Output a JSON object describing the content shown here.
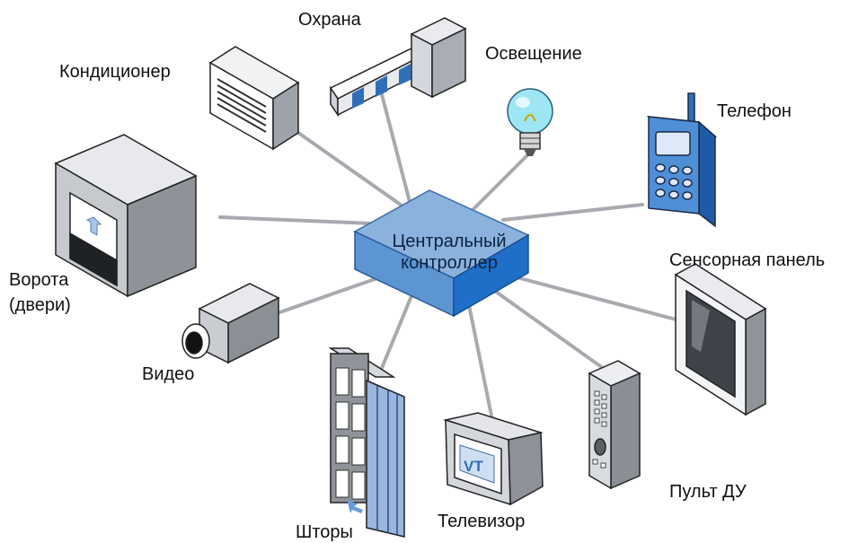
{
  "colors": {
    "connector": "#a8aab0",
    "controller_top": "#8ab2dd",
    "controller_side": "#1f6fc9",
    "accent_blue": "#2f6fb8",
    "light_blue": "#aac6e8"
  },
  "controller": {
    "line1": "Центральный",
    "line2": "контроллер"
  },
  "devices": {
    "security": "Охрана",
    "lighting": "Освещение",
    "air_conditioner": "Кондиционер",
    "phone": "Телефон",
    "gate_line1": "Ворота",
    "gate_line2": "(двери)",
    "touch_panel": "Сенсорная панель",
    "video": "Видео",
    "blinds": "Шторы",
    "tv": "Телевизор",
    "remote": "Пульт ДУ",
    "tv_logo": "VT"
  },
  "icons": [
    "barrier-icon",
    "light-bulb-icon",
    "air-conditioner-icon",
    "mobile-phone-icon",
    "garage-gate-icon",
    "touch-panel-icon",
    "video-camera-icon",
    "blinds-icon",
    "tv-icon",
    "remote-control-icon"
  ]
}
